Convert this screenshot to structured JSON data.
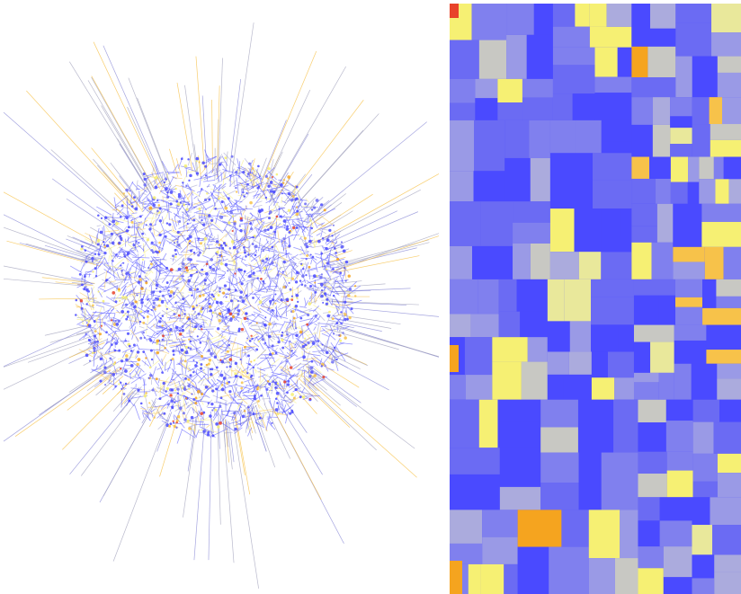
{
  "palette": {
    "blue_dark": "#4a4aff",
    "blue": "#6b6bf3",
    "blue_mid": "#8080ee",
    "blue_light": "#9a9ae6",
    "lavender": "#ababdd",
    "gray": "#c8c8c3",
    "pale_yellow": "#e9e89b",
    "yellow": "#f6f073",
    "yellow_bright": "#fbe85a",
    "amber": "#f7c24a",
    "orange": "#f5a41f",
    "red": "#e8432a"
  },
  "graph": {
    "layout": "force-directed",
    "node_colors": [
      "blue_dark",
      "blue",
      "blue_mid",
      "lavender",
      "gray",
      "pale_yellow",
      "yellow",
      "amber",
      "orange",
      "red"
    ],
    "edge_color": "#9a9ac8"
  },
  "treemap": {
    "layout": "space-filling"
  }
}
